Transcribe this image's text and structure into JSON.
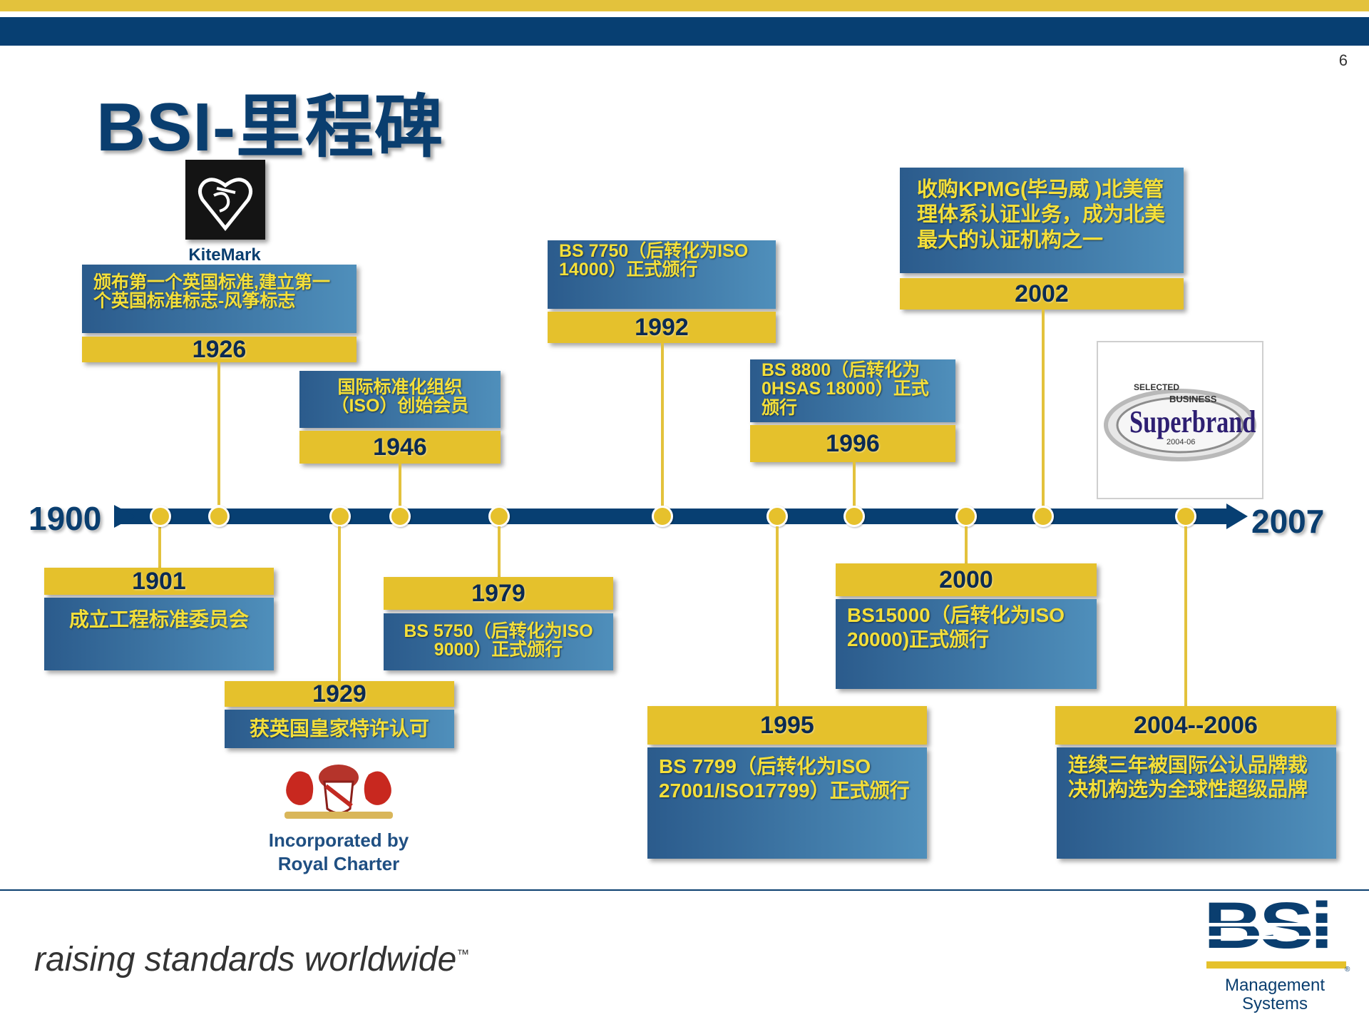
{
  "page_number": "6",
  "title": "BSI-里程碑",
  "axis": {
    "start": "1900",
    "end": "2007"
  },
  "logos": {
    "kitemark": "KiteMark",
    "royal_charter": [
      "Incorporated by",
      "Royal Charter"
    ],
    "superbrand": {
      "line1": "SELECTED",
      "line2": "BUSINESS",
      "line3": "Superbrand",
      "line4": "2004-06"
    },
    "bsi": {
      "letters": "BSi",
      "line1": "Management",
      "line2": "Systems"
    }
  },
  "milestones": {
    "m1901": {
      "year": "1901",
      "text": "成立工程标准委员会"
    },
    "m1926": {
      "year": "1926",
      "text": "颁布第一个英国标准,建立第一个英国标准标志-风筝标志"
    },
    "m1929": {
      "year": "1929",
      "text": "获英国皇家特许认可"
    },
    "m1946": {
      "year": "1946",
      "text": "国际标准化组织（ISO）创始会员"
    },
    "m1979": {
      "year": "1979",
      "text": "BS 5750（后转化为ISO 9000）正式颁行"
    },
    "m1992": {
      "year": "1992",
      "text": "BS 7750（后转化为ISO 14000）正式颁行"
    },
    "m1995": {
      "year": "1995",
      "text": "BS 7799（后转化为ISO 27001/ISO17799）正式颁行"
    },
    "m1996": {
      "year": "1996",
      "text": "BS 8800（后转化为0HSAS 18000）正式颁行"
    },
    "m2000": {
      "year": "2000",
      "text": "BS15000（后转化为ISO 20000)正式颁行"
    },
    "m2002": {
      "year": "2002",
      "text": "收购KPMG(毕马威 )北美管理体系认证业务，成为北美最大的认证机构之一"
    },
    "m2004": {
      "year": "2004--2006",
      "text": "连续三年被国际公认品牌裁决机构选为全球性超级品牌"
    }
  },
  "footer": {
    "slogan": "raising standards worldwide",
    "trademark": "™"
  },
  "colors": {
    "navy": "#073f72",
    "gold": "#e5c12c",
    "box_text": "#f4df3a"
  }
}
